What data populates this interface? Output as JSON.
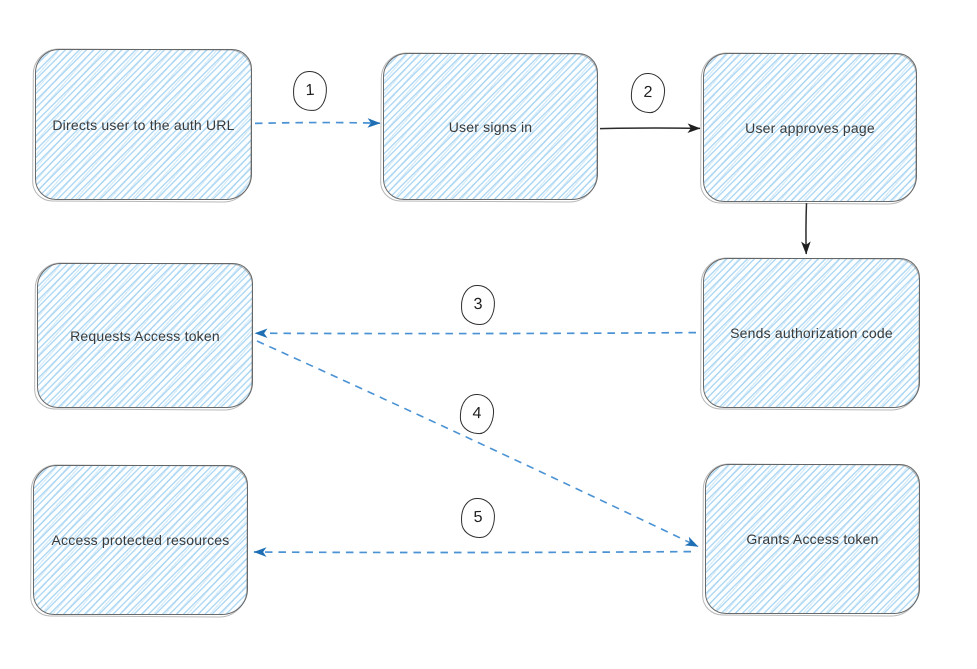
{
  "diagram": {
    "nodes": {
      "directs_user": {
        "label": "Directs user to the auth URL"
      },
      "user_signs_in": {
        "label": "User signs in"
      },
      "user_approves": {
        "label": "User approves page"
      },
      "sends_code": {
        "label": "Sends authorization code"
      },
      "requests_token": {
        "label": "Requests Access token"
      },
      "grants_token": {
        "label": "Grants Access token"
      },
      "access_resources": {
        "label": "Access protected resources"
      }
    },
    "step_badges": {
      "s1": "1",
      "s2": "2",
      "s3": "3",
      "s4": "4",
      "s5": "5"
    },
    "colors": {
      "dashed_connector": "#4a92d4",
      "arrowhead_blue": "#1f6fb5",
      "solid_connector": "#2b2b2b",
      "node_border": "#6a6a6a",
      "node_hatch_blue": "#a9d3ef",
      "label_text": "#3a3a3a"
    }
  }
}
